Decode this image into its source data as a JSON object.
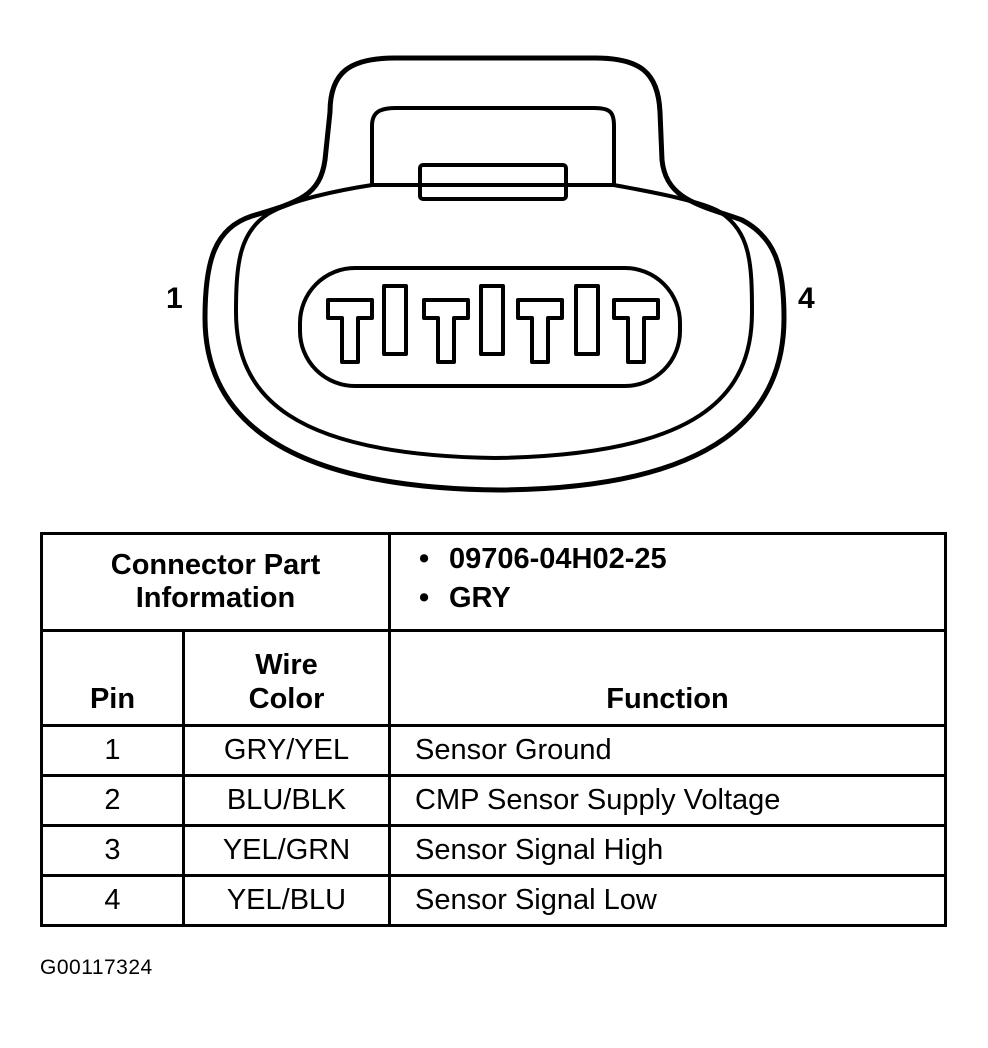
{
  "connector": {
    "pin_left_label": "1",
    "pin_right_label": "4"
  },
  "part_info": {
    "label": "Connector Part Information",
    "values": [
      "09706-04H02-25",
      "GRY"
    ]
  },
  "table": {
    "headers": {
      "pin": "Pin",
      "wire_color": "Wire Color",
      "function": "Function"
    },
    "rows": [
      {
        "pin": "1",
        "wire_color": "GRY/YEL",
        "function": "Sensor Ground"
      },
      {
        "pin": "2",
        "wire_color": "BLU/BLK",
        "function": "CMP Sensor Supply Voltage"
      },
      {
        "pin": "3",
        "wire_color": "YEL/GRN",
        "function": "Sensor Signal High"
      },
      {
        "pin": "4",
        "wire_color": "YEL/BLU",
        "function": "Sensor Signal Low"
      }
    ]
  },
  "figure_id": "G00117324"
}
